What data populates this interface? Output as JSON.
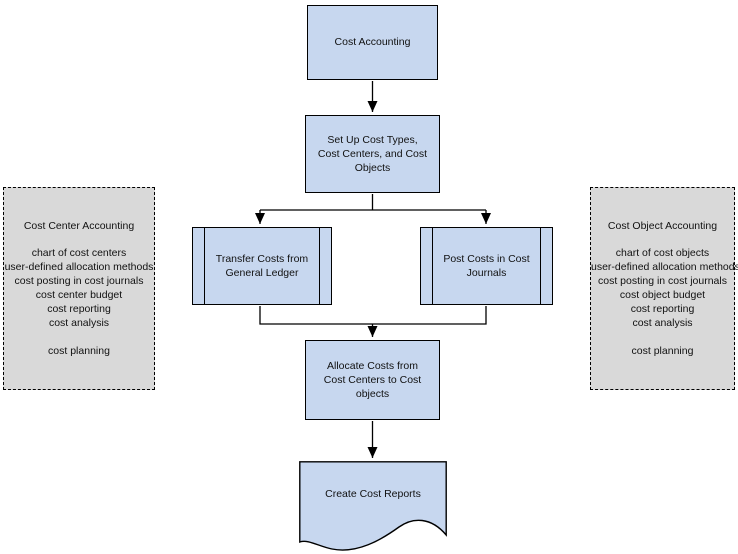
{
  "diagram": {
    "title": "Cost Accounting flowchart",
    "nodes": {
      "costAccounting": {
        "label": "Cost Accounting",
        "shape": "process"
      },
      "setup": {
        "label": "Set Up Cost Types, Cost Centers, and Cost Objects",
        "shape": "process"
      },
      "transfer": {
        "label": "Transfer Costs from General Ledger",
        "shape": "predefined-process"
      },
      "post": {
        "label": "Post Costs in Cost Journals",
        "shape": "predefined-process"
      },
      "allocate": {
        "label": "Allocate Costs from Cost Centers to Cost objects",
        "shape": "process"
      },
      "createReports": {
        "label": "Create Cost Reports",
        "shape": "document"
      }
    },
    "notes": {
      "left": {
        "title": "Cost Center Accounting",
        "items": [
          "chart of cost centers",
          "user-defined allocation methods",
          "cost posting in cost journals",
          "cost center budget",
          "cost reporting",
          "cost analysis"
        ],
        "footer_item": "cost planning"
      },
      "right": {
        "title": "Cost Object Accounting",
        "items": [
          "chart of cost objects",
          "user-defined allocation methods",
          "cost posting in cost journals",
          "cost object budget",
          "cost reporting",
          "cost analysis"
        ],
        "footer_item": "cost planning"
      }
    },
    "colors": {
      "node_fill": "#c7d7ef",
      "node_border": "#000000",
      "note_fill": "#d9d9d9",
      "note_border": "#000000",
      "connector": "#000000"
    }
  }
}
